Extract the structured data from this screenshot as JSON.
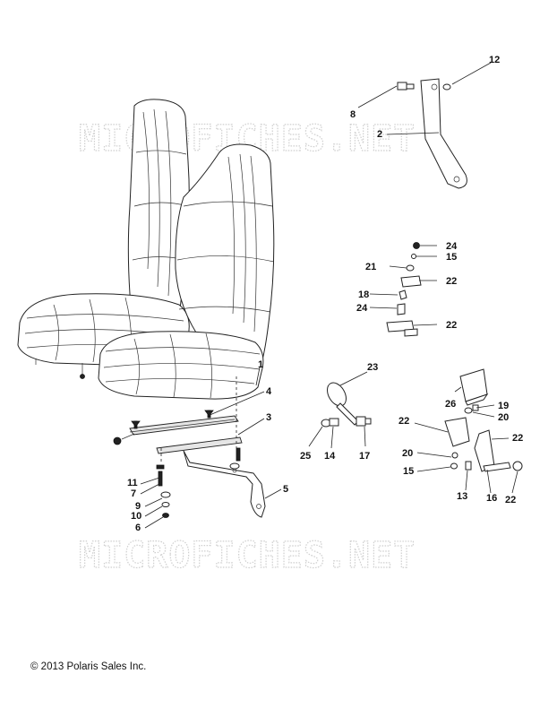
{
  "watermark": {
    "text": "MICROFICHES.NET"
  },
  "copyright": "© 2013 Polaris Sales Inc.",
  "callouts": {
    "c1": "1",
    "c2": "2",
    "c3": "3",
    "c4": "4",
    "c5": "5",
    "c6": "6",
    "c7": "7",
    "c8": "8",
    "c9": "9",
    "c10": "10",
    "c11": "11",
    "c12": "12",
    "c13": "13",
    "c14": "14",
    "c15a": "15",
    "c15b": "15",
    "c16": "16",
    "c17": "17",
    "c18": "18",
    "c19": "19",
    "c20a": "20",
    "c20b": "20",
    "c21": "21",
    "c22a": "22",
    "c22b": "22",
    "c22c": "22",
    "c22d": "22",
    "c22e": "22",
    "c23": "23",
    "c24a": "24",
    "c24b": "24",
    "c25": "25",
    "c26": "26"
  }
}
